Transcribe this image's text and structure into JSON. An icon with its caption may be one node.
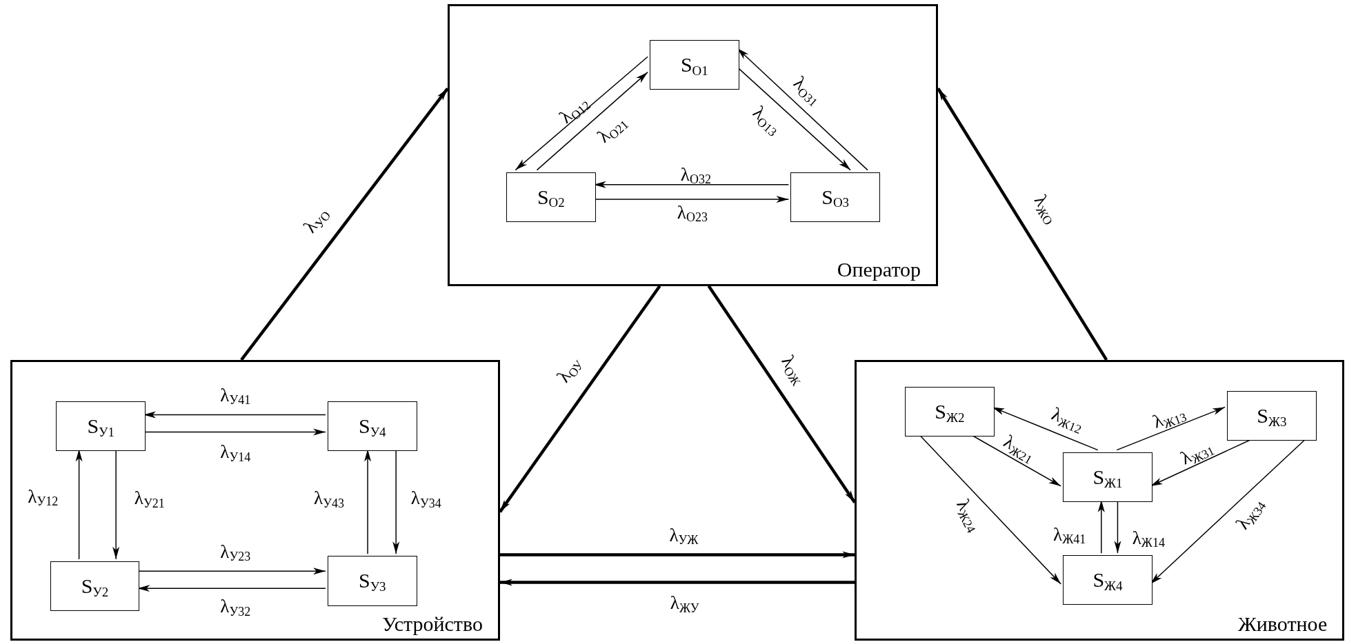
{
  "diagram": {
    "nodes": [
      {
        "text": [
          "Оператор"
        ]
      },
      {
        "text": [
          "S$_{О1}$"
        ],
        "in": 0
      },
      {
        "text": [
          "S$_{О2}$"
        ],
        "in": 0
      },
      {
        "text": [
          "S$_{О3}$"
        ],
        "in": 0
      },
      {
        "text": [
          "Устройство"
        ]
      },
      {
        "text": [
          "S$_{У1}$"
        ],
        "in": 4
      },
      {
        "text": [
          "S$_{У4}$"
        ],
        "in": 4
      },
      {
        "text": [
          "S$_{У2}$"
        ],
        "in": 4
      },
      {
        "text": [
          "S$_{У3}$"
        ],
        "in": 4
      },
      {
        "text": [
          "Животное"
        ]
      },
      {
        "text": [
          "S$_{Ж2}$"
        ],
        "in": 9
      },
      {
        "text": [
          "S$_{Ж3}$"
        ],
        "in": 9
      },
      {
        "text": [
          "S$_{Ж1}$"
        ],
        "in": 9
      },
      {
        "text": [
          "S$_{Ж4}$"
        ],
        "in": 9
      }
    ],
    "edges": [
      {
        "from": 1,
        "to": 2,
        "arrow": "to",
        "label": "λ$_{О12}$"
      },
      {
        "from": 2,
        "to": 1,
        "arrow": "to",
        "label": "λ$_{О21}$"
      },
      {
        "from": 1,
        "to": 3,
        "arrow": "to",
        "label": "λ$_{О13}$"
      },
      {
        "from": 3,
        "to": 1,
        "arrow": "to",
        "label": "λ$_{О31}$"
      },
      {
        "from": 3,
        "to": 2,
        "arrow": "to",
        "label": "λ$_{О32}$"
      },
      {
        "from": 2,
        "to": 3,
        "arrow": "to",
        "label": "λ$_{О23}$"
      },
      {
        "from": 4,
        "to": 0,
        "arrow": "to",
        "label": "λ$_{УО}$",
        "style": "thick"
      },
      {
        "from": 0,
        "to": 4,
        "arrow": "to",
        "label": "λ$_{ОУ}$",
        "style": "thick"
      },
      {
        "from": 0,
        "to": 9,
        "arrow": "to",
        "label": "λ$_{ОЖ}$",
        "style": "thick"
      },
      {
        "from": 9,
        "to": 0,
        "arrow": "to",
        "label": "λ$_{ЖО}$",
        "style": "thick"
      },
      {
        "from": 4,
        "to": 9,
        "arrow": "to",
        "label": "λ$_{УЖ}$",
        "style": "thick"
      },
      {
        "from": 9,
        "to": 4,
        "arrow": "to",
        "label": "λ$_{ЖУ}$",
        "style": "thick"
      },
      {
        "from": 6,
        "to": 5,
        "arrow": "to",
        "label": "λ$_{У41}$"
      },
      {
        "from": 5,
        "to": 6,
        "arrow": "to",
        "label": "λ$_{У14}$"
      },
      {
        "from": 7,
        "to": 5,
        "arrow": "to",
        "label": "λ$_{У12}$"
      },
      {
        "from": 5,
        "to": 7,
        "arrow": "to",
        "label": "λ$_{У21}$"
      },
      {
        "from": 6,
        "to": 8,
        "arrow": "to",
        "label": "λ$_{У34}$"
      },
      {
        "from": 8,
        "to": 6,
        "arrow": "to",
        "label": "λ$_{У43}$"
      },
      {
        "from": 7,
        "to": 8,
        "arrow": "to",
        "label": "λ$_{У23}$"
      },
      {
        "from": 8,
        "to": 7,
        "arrow": "to",
        "label": "λ$_{У32}$"
      },
      {
        "from": 12,
        "to": 10,
        "arrow": "to",
        "label": "λ$_{Ж12}$"
      },
      {
        "from": 10,
        "to": 12,
        "arrow": "to",
        "label": "λ$_{Ж21}$"
      },
      {
        "from": 12,
        "to": 11,
        "arrow": "to",
        "label": "λ$_{Ж13}$"
      },
      {
        "from": 11,
        "to": 12,
        "arrow": "to",
        "label": "λ$_{Ж31}$"
      },
      {
        "from": 12,
        "to": 13,
        "arrow": "to",
        "label": "λ$_{Ж14}$"
      },
      {
        "from": 13,
        "to": 12,
        "arrow": "to",
        "label": "λ$_{Ж41}$"
      },
      {
        "from": 10,
        "to": 13,
        "arrow": "to",
        "label": "λ$_{Ж24}$"
      },
      {
        "from": 11,
        "to": 13,
        "arrow": "to",
        "label": "λ$_{Ж34}$"
      }
    ]
  }
}
